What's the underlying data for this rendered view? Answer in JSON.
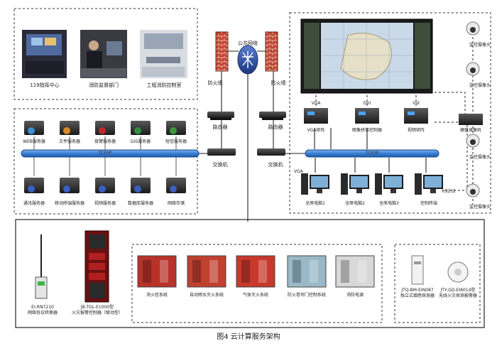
{
  "caption": "图4  云计算服务架构",
  "top_left": {
    "sites": [
      "119指挥中心",
      "消防监督部门",
      "工程消防控制室"
    ]
  },
  "network": {
    "public_network": "公共网络",
    "firewall": "防火墙",
    "router": "路由器",
    "switch": "交换机"
  },
  "servers": {
    "top_row": [
      "WEB服务器",
      "文件服务器",
      "接警服务器",
      "GIS服务器",
      "短信服务器"
    ],
    "bottom_row": [
      "通讯服务器",
      "移动终端服务器",
      "视频服务器",
      "数据库服务器",
      "网络存储"
    ],
    "bus_label": "TCP/IP"
  },
  "monitoring": {
    "devices": [
      "VGA矩阵",
      "图像拼接控制器",
      "视频矩阵",
      "硬盘录像机"
    ],
    "device_tags": [
      "VGA",
      "DVI",
      "Vid"
    ],
    "vga_label": "VGA",
    "bus_label": "TCP/IP",
    "workstations": [
      "坐席电脑1",
      "坐席电脑2",
      "坐席电脑3",
      "控制终端"
    ],
    "cameras_label": "监控摄像头",
    "rs_label": "RS232"
  },
  "field": {
    "gateway_model": "EI-RN7210",
    "gateway_name": "网络协议转换器",
    "panel_model": "JB-TGL-E1000型",
    "panel_name": "火灾报警控制器（联动型）",
    "systems": [
      "消火栓系统",
      "自动喷水灭火系统",
      "气体灭火系统",
      "防火卷帘门控制系统",
      "消防电源"
    ],
    "detectors": [
      {
        "model": "JTQ-BM-EIN087",
        "name": "独立式烟感探测器"
      },
      {
        "model": "JTY-GD-EI6014型",
        "name": "无线火灾探测报警器"
      }
    ]
  },
  "colors": {
    "bus": "#3a7fd4",
    "firewall": "#b83a2e",
    "cloud": "#2c4a9a",
    "device": "#2b2b2b",
    "border": "#333333"
  }
}
